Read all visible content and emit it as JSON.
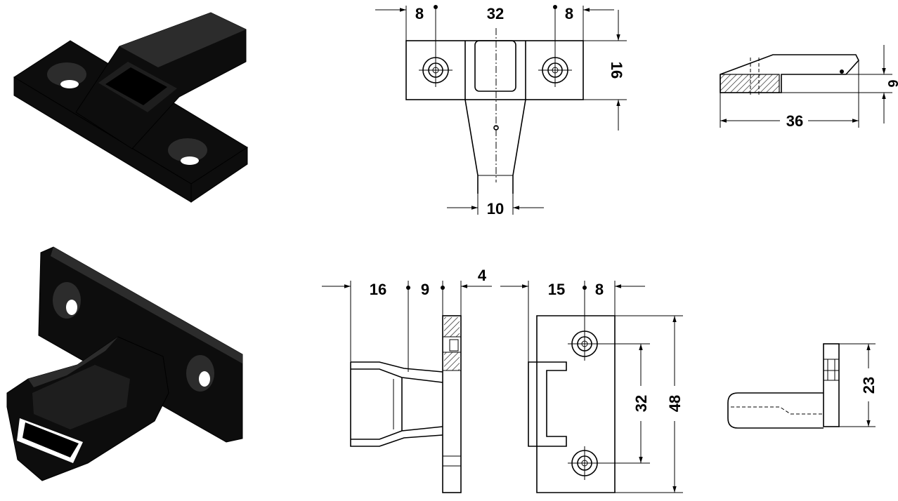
{
  "dimensions": {
    "top_view": {
      "left": "8",
      "center": "32",
      "right": "8",
      "height": "16",
      "width": "10"
    },
    "top_side_view": {
      "height": "6",
      "length": "36"
    },
    "bottom_side_view": {
      "d1": "16",
      "d2": "9",
      "d3": "4"
    },
    "bottom_front_view": {
      "d1": "15",
      "d2": "8",
      "spacing": "32",
      "height": "48"
    },
    "bottom_small_view": {
      "height": "23"
    }
  },
  "colors": {
    "line": "#000000",
    "part": "#0d0d0d",
    "background": "#ffffff"
  }
}
